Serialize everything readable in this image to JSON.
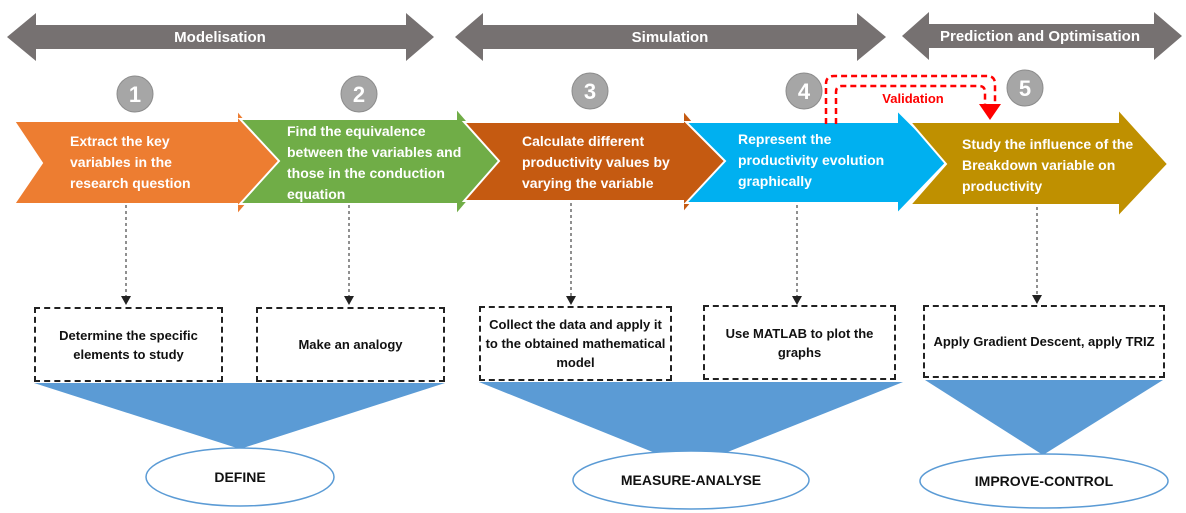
{
  "phases": [
    {
      "label": "Modelisation"
    },
    {
      "label": "Simulation"
    },
    {
      "label": "Prediction and Optimisation"
    }
  ],
  "steps": [
    {
      "number": "1",
      "text": "Extract the key variables in the research question",
      "color": "#ED7D31"
    },
    {
      "number": "2",
      "text": "Find the equivalence between the variables and those in the conduction equation",
      "color": "#70AD47"
    },
    {
      "number": "3",
      "text": "Calculate different productivity values by varying the variable",
      "color": "#C55A11"
    },
    {
      "number": "4",
      "text": "Represent the productivity evolution graphically",
      "color": "#00B0F0"
    },
    {
      "number": "5",
      "text": "Study the influence of the Breakdown variable on productivity",
      "color": "#BF9000"
    }
  ],
  "validation": {
    "label": "Validation",
    "color": "#FF0000"
  },
  "actions": [
    {
      "text": "Determine the specific elements to study"
    },
    {
      "text": "Make an analogy"
    },
    {
      "text": "Collect the data and apply it to the obtained mathematical model"
    },
    {
      "text": "Use MATLAB to plot the graphs"
    },
    {
      "text": "Apply Gradient Descent, apply TRIZ"
    }
  ],
  "stages": [
    {
      "label": "DEFINE"
    },
    {
      "label": "MEASURE-ANALYSE"
    },
    {
      "label": "IMPROVE-CONTROL"
    }
  ],
  "colors": {
    "phase_arrow": "#767171",
    "number_circle": "#A6A6A6",
    "funnel": "#5B9BD5",
    "ellipse_border": "#5B9BD5"
  }
}
